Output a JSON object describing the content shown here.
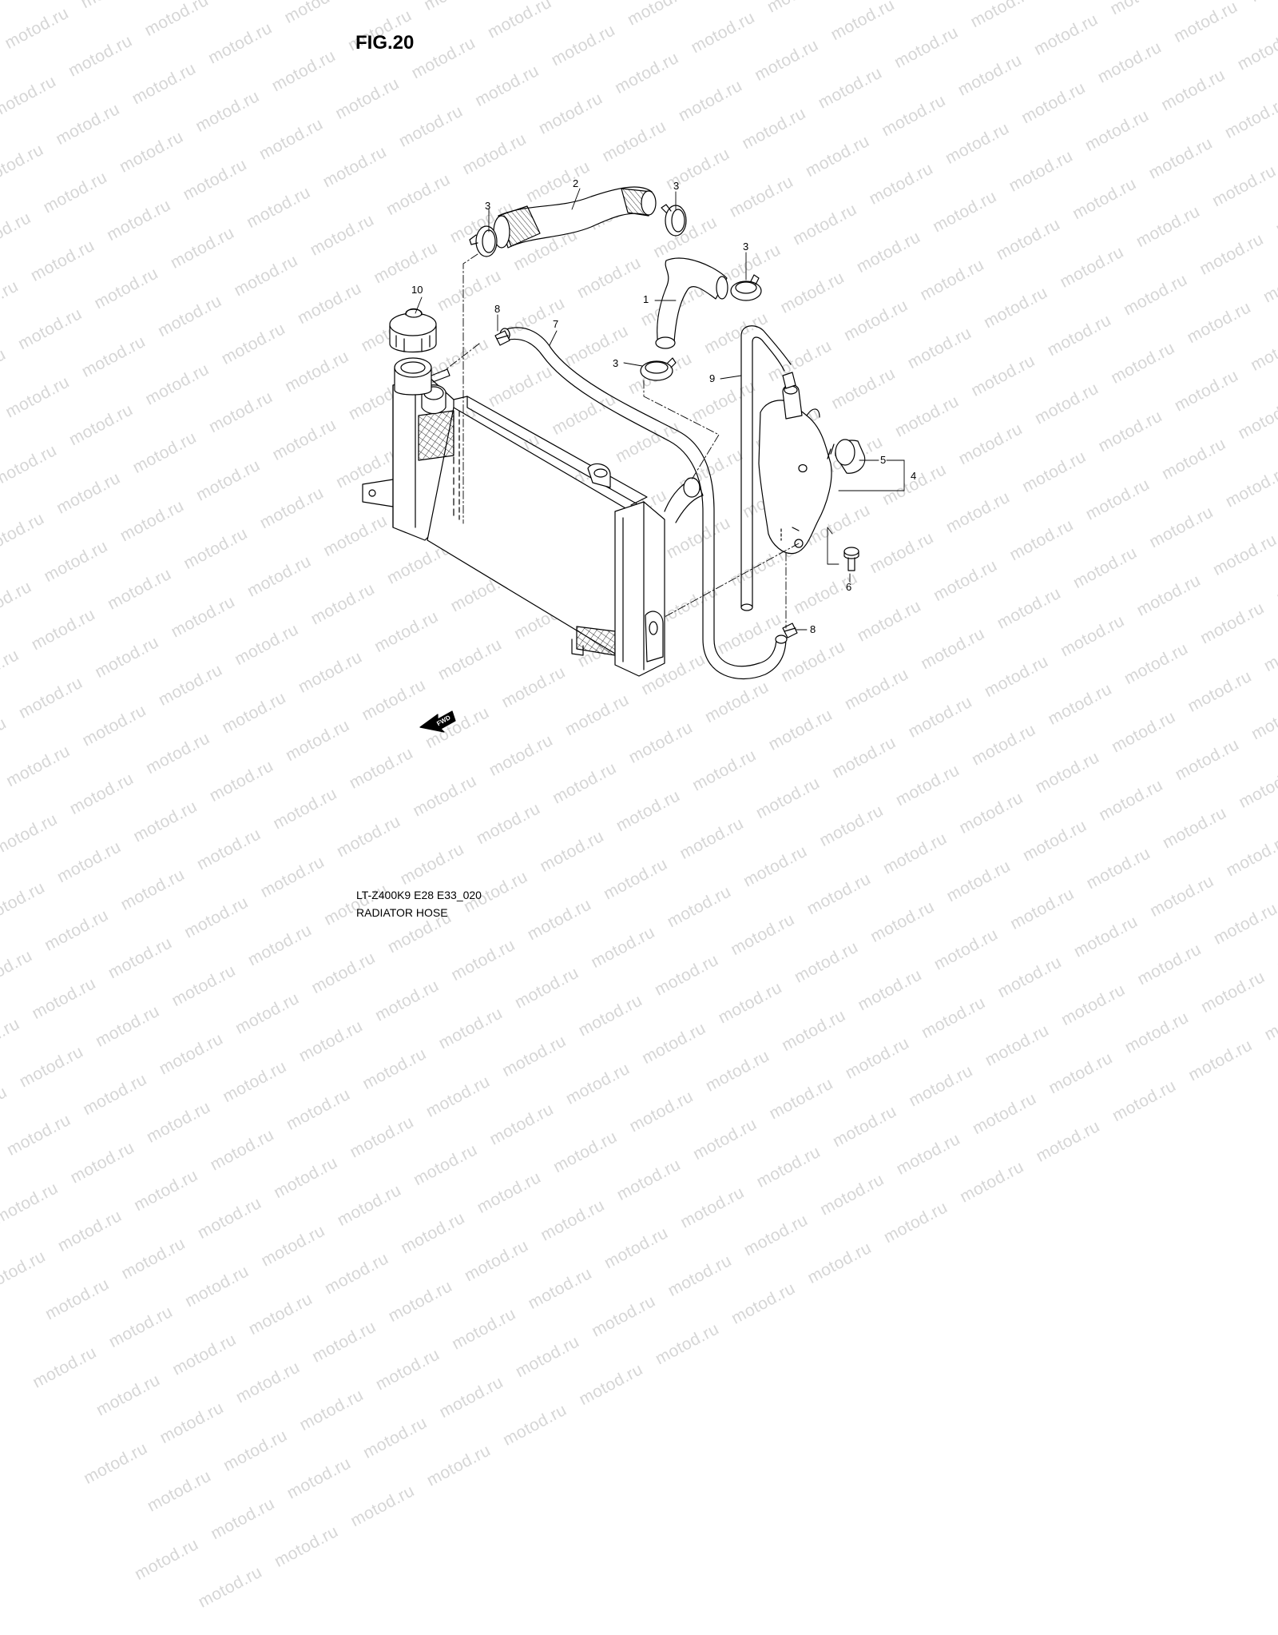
{
  "figure": {
    "title": "FIG.20",
    "model_code": "LT-Z400K9 E28 E33_020",
    "section_name": "RADIATOR HOSE"
  },
  "watermark": {
    "text": "motod.ru"
  },
  "direction_marker": {
    "label": "FWD"
  },
  "callouts": [
    {
      "id": "c1",
      "label": "1"
    },
    {
      "id": "c2",
      "label": "2"
    },
    {
      "id": "c3a",
      "label": "3"
    },
    {
      "id": "c3b",
      "label": "3"
    },
    {
      "id": "c3c",
      "label": "3"
    },
    {
      "id": "c3d",
      "label": "3"
    },
    {
      "id": "c4",
      "label": "4"
    },
    {
      "id": "c5",
      "label": "5"
    },
    {
      "id": "c6",
      "label": "6"
    },
    {
      "id": "c7",
      "label": "7"
    },
    {
      "id": "c8a",
      "label": "8"
    },
    {
      "id": "c8b",
      "label": "8"
    },
    {
      "id": "c9",
      "label": "9"
    },
    {
      "id": "c10",
      "label": "10"
    }
  ],
  "colors": {
    "line": "#000000",
    "background": "#ffffff",
    "watermark": "#d6d6d6"
  }
}
